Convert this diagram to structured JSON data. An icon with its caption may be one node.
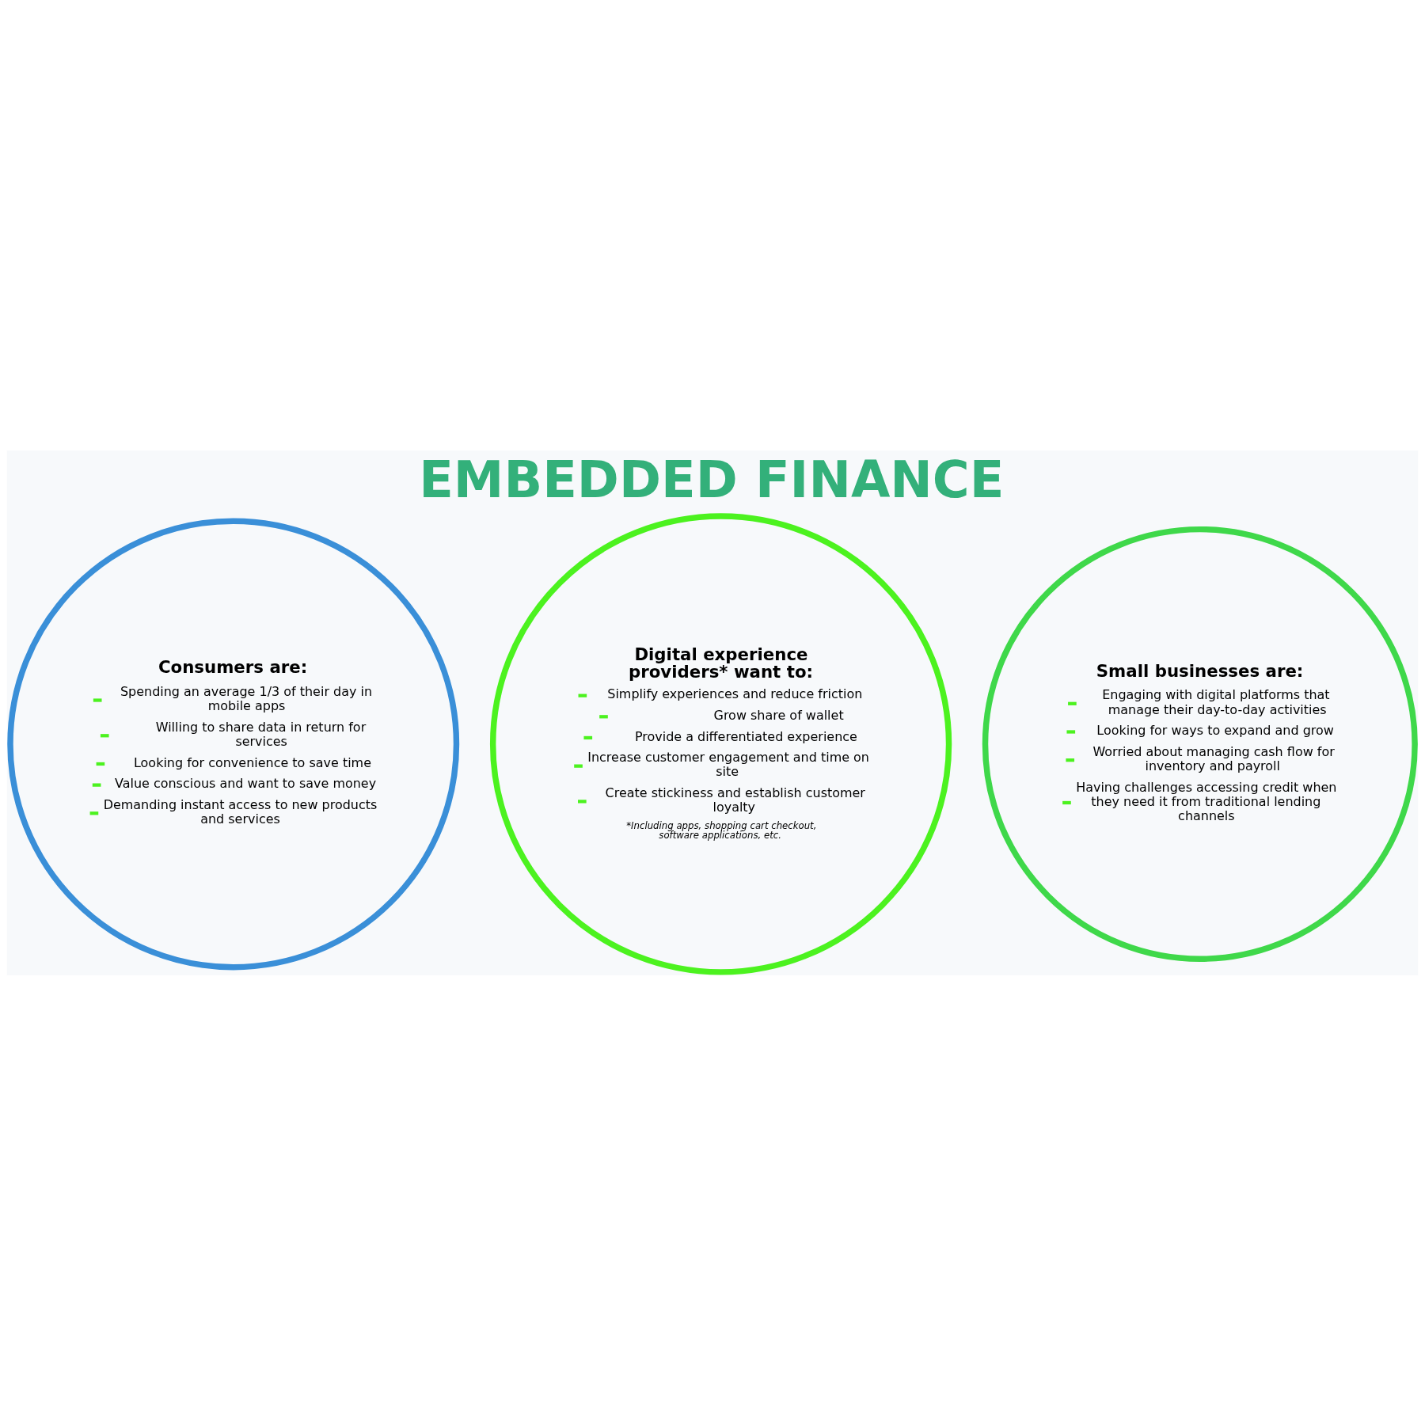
{
  "diagram": {
    "title": "EMBEDDED FINANCE",
    "nodes": [
      {
        "text": [
          "Consumers are:",
          "Spending an average 1/3 of their day in mobile apps",
          "Willing to share data in return for services",
          "Looking for convenience to save time",
          "Value conscious and want to save money",
          "Demanding instant access to new products and services"
        ]
      },
      {
        "text": [
          "Digital experience providers* want to:",
          "Simplify experiences and reduce friction",
          "Grow share of wallet",
          "Provide a differentiated experience",
          "Increase customer engagement and time on site",
          "Create stickiness and establish customer loyalty",
          "*Including apps, shopping cart checkout, software applications, etc."
        ]
      },
      {
        "text": [
          "Small businesses are:",
          "Engaging with digital platforms that manage their day-to-day activities",
          "Looking for ways to expand and grow",
          "Worried about managing cash flow for inventory and payroll",
          "Having challenges accessing credit when they need it from traditional lending channels"
        ]
      }
    ]
  }
}
